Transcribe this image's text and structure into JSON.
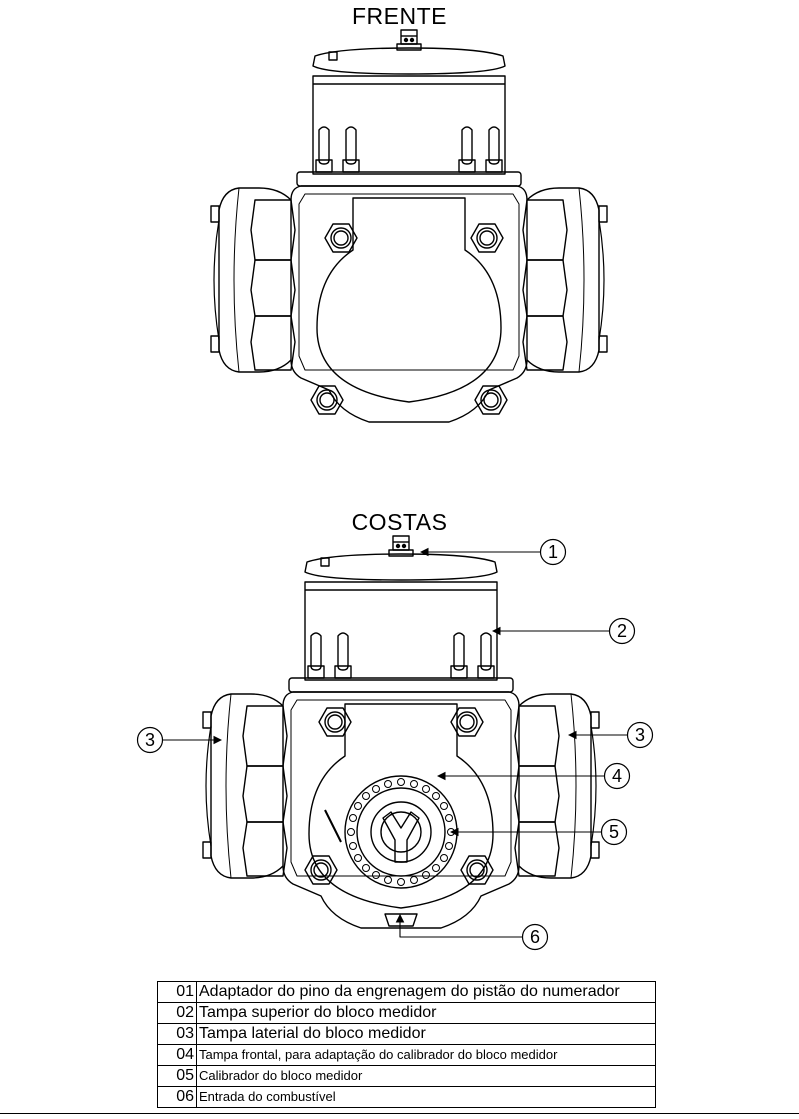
{
  "front_title": "FRENTE",
  "back_title": "COSTAS",
  "callouts": [
    "1",
    "2",
    "3",
    "3",
    "4",
    "5",
    "6"
  ],
  "legend": [
    {
      "num": "01",
      "text": "Adaptador do pino da engrenagem do pistão do numerador"
    },
    {
      "num": "02",
      "text": "Tampa superior do bloco medidor"
    },
    {
      "num": "03",
      "text": "Tampa laterial do bloco medidor"
    },
    {
      "num": "04",
      "text": "Tampa frontal, para adaptação do calibrador do bloco medidor"
    },
    {
      "num": "05",
      "text": "Calibrador do bloco medidor"
    },
    {
      "num": "06",
      "text": "Entrada do combustível"
    }
  ]
}
